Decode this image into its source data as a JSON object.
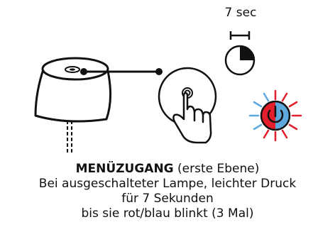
{
  "timer": {
    "label": "7 sec",
    "fraction": 0.25
  },
  "caption": {
    "title": "MENÜZUGANG",
    "title_suffix": " (erste Ebene)",
    "line2": "Bei ausgeschalteter Lampe, leichter Druck",
    "line3": "für 7 Sekunden",
    "line4": "bis sie rot/blau blinkt (3 Mal)"
  },
  "colors": {
    "red": "#e31e2d",
    "blue": "#5fa8de",
    "ink": "#111111"
  },
  "icons": [
    "lamp-icon",
    "hand-press-icon",
    "timer-icon",
    "power-blink-icon"
  ]
}
